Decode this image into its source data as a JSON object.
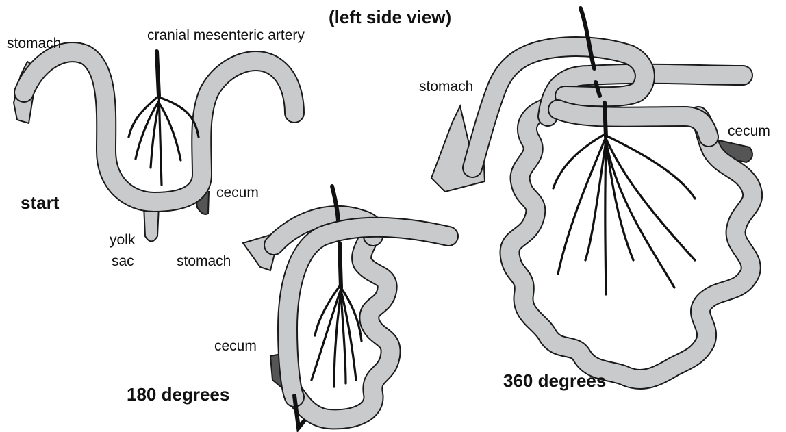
{
  "colors": {
    "gut_fill": "#c9cacc",
    "cecum_fill": "#555555",
    "outline": "#1a1a1a",
    "artery": "#111111",
    "background": "#ffffff"
  },
  "view_label": "(left side view)",
  "stages": [
    {
      "caption": "start",
      "labels": {
        "stomach": "stomach",
        "artery": "cranial mesenteric artery",
        "cecum": "cecum",
        "yolk_line1": "yolk",
        "yolk_line2": "sac"
      }
    },
    {
      "caption": "180 degrees",
      "labels": {
        "stomach": "stomach",
        "cecum": "cecum"
      }
    },
    {
      "caption": "360 degrees",
      "labels": {
        "stomach": "stomach",
        "cecum": "cecum"
      }
    }
  ]
}
